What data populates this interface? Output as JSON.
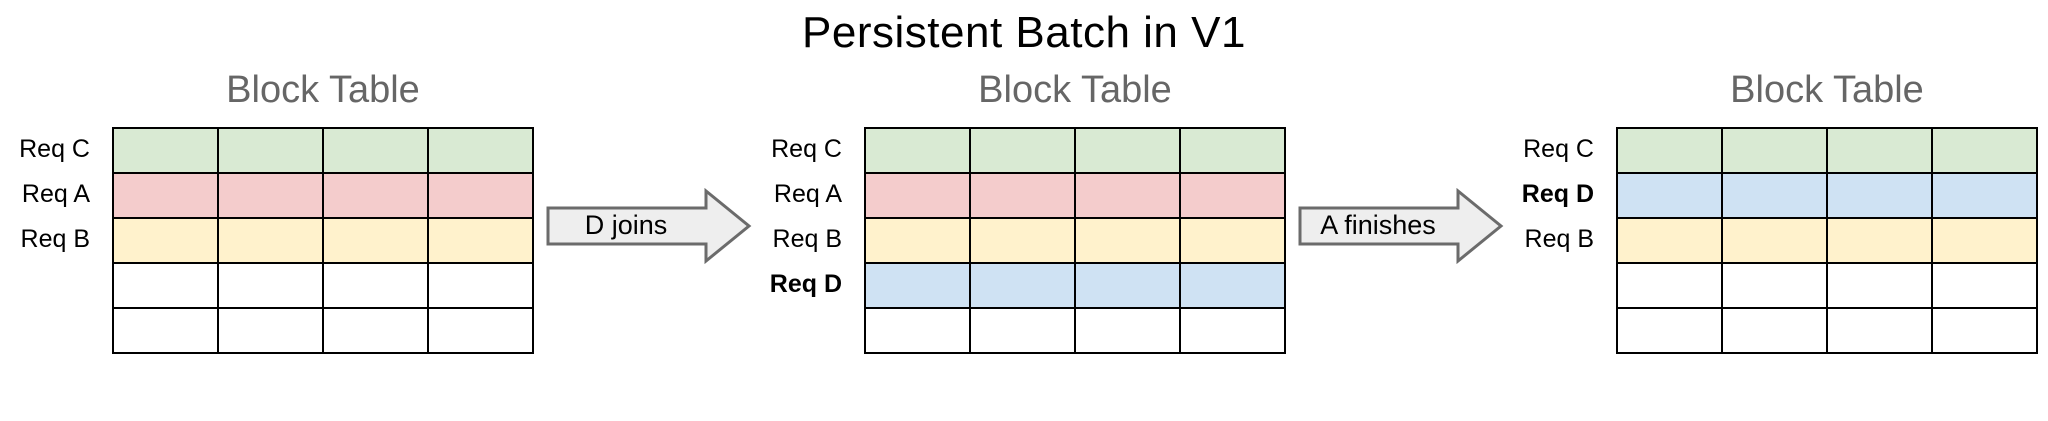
{
  "title": "Persistent Batch in V1",
  "palette": {
    "green": "#d9ead3",
    "red": "#f4cccc",
    "yellow": "#fff2cc",
    "blue": "#cfe2f3",
    "empty": "#ffffff",
    "table_border": "#000000",
    "heading_color": "#666666",
    "arrow_fill": "#eeeeee",
    "arrow_stroke": "#6b6b6b"
  },
  "stages": [
    {
      "heading": "Block Table",
      "columns": 4,
      "rows": [
        {
          "label": "Req C",
          "bold": false,
          "color": "#d9ead3"
        },
        {
          "label": "Req A",
          "bold": false,
          "color": "#f4cccc"
        },
        {
          "label": "Req B",
          "bold": false,
          "color": "#fff2cc"
        },
        {
          "label": "",
          "bold": false,
          "color": "#ffffff"
        },
        {
          "label": "",
          "bold": false,
          "color": "#ffffff"
        }
      ]
    },
    {
      "heading": "Block Table",
      "columns": 4,
      "rows": [
        {
          "label": "Req C",
          "bold": false,
          "color": "#d9ead3"
        },
        {
          "label": "Req A",
          "bold": false,
          "color": "#f4cccc"
        },
        {
          "label": "Req B",
          "bold": false,
          "color": "#fff2cc"
        },
        {
          "label": "Req D",
          "bold": true,
          "color": "#cfe2f3"
        },
        {
          "label": "",
          "bold": false,
          "color": "#ffffff"
        }
      ]
    },
    {
      "heading": "Block Table",
      "columns": 4,
      "rows": [
        {
          "label": "Req C",
          "bold": false,
          "color": "#d9ead3"
        },
        {
          "label": "Req D",
          "bold": true,
          "color": "#cfe2f3"
        },
        {
          "label": "Req B",
          "bold": false,
          "color": "#fff2cc"
        },
        {
          "label": "",
          "bold": false,
          "color": "#ffffff"
        },
        {
          "label": "",
          "bold": false,
          "color": "#ffffff"
        }
      ]
    }
  ],
  "arrows": [
    {
      "label": "D joins"
    },
    {
      "label": "A finishes"
    }
  ]
}
